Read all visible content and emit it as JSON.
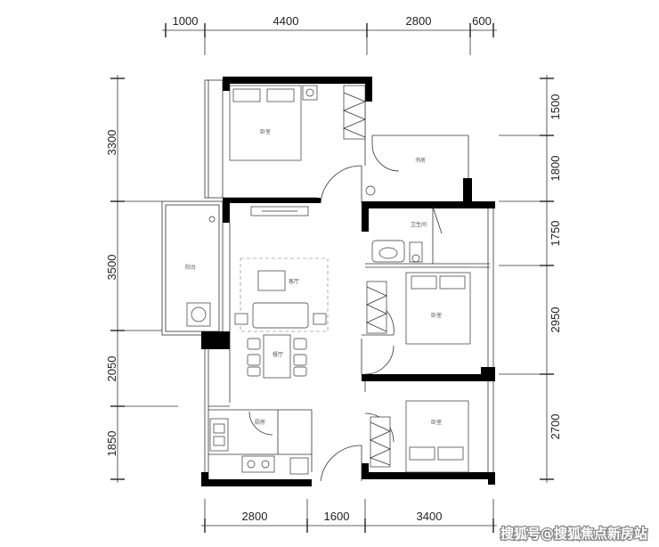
{
  "dimensions": {
    "top": [
      "1000",
      "4400",
      "2800",
      "600"
    ],
    "bottom": [
      "2800",
      "1600",
      "3400"
    ],
    "left": [
      "3300",
      "3500",
      "2050",
      "1850"
    ],
    "right": [
      "1500",
      "1800",
      "1750",
      "2950",
      "2700"
    ]
  },
  "rooms": {
    "master_bedroom": "卧室",
    "study": "书房",
    "balcony": "阳台",
    "living_room": "客厅",
    "dining_room": "餐厅",
    "bathroom": "卫生间",
    "bedroom_2": "卧室",
    "bedroom_3": "卧室",
    "kitchen": "厨房"
  },
  "watermark": "搜狐号@搜狐焦点新房站"
}
